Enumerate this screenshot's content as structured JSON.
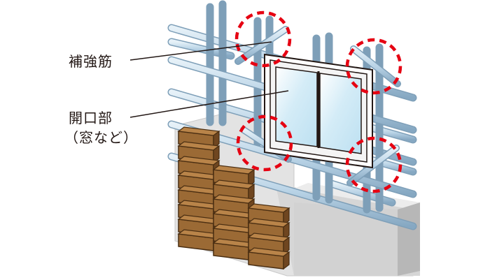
{
  "labels": {
    "reinforcing_bar": "補強筋",
    "opening": "開口部",
    "opening_example": "（窓など）"
  },
  "colors": {
    "rebar": "#b9d3e6",
    "rebar_edge": "#7e9fb8",
    "brick": "#9b6a35",
    "brick_edge": "#4a2e12",
    "concrete": "#d9d9d9",
    "highlight_circle": "#e60012",
    "glass": "#d4ecf7"
  }
}
